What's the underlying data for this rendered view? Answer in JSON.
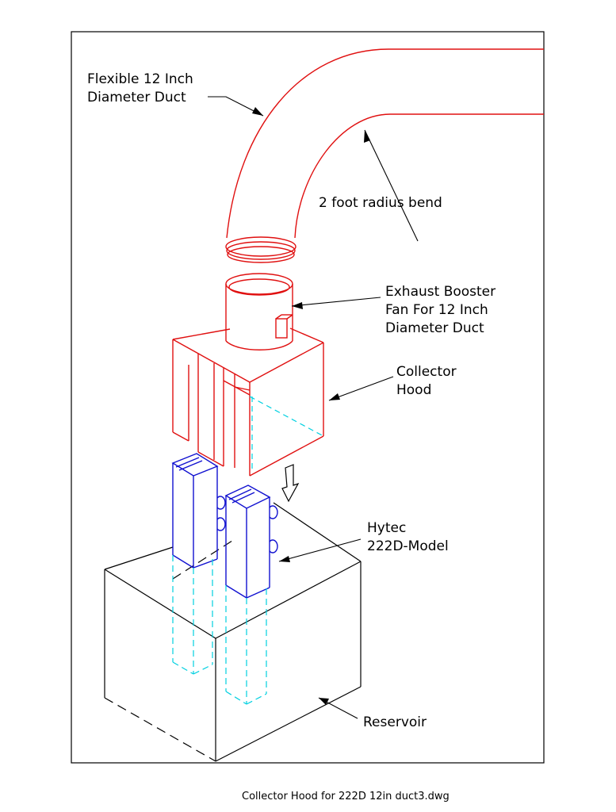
{
  "drawing": {
    "caption": "Collector Hood for 222D 12in duct3.dwg",
    "labels": {
      "duct_line1": "Flexible 12 Inch",
      "duct_line2": "Diameter Duct",
      "bend": "2 foot radius bend",
      "fan_line1": "Exhaust Booster",
      "fan_line2": "Fan For 12 Inch",
      "fan_line3": "Diameter Duct",
      "hood_line1": "Collector",
      "hood_line2": "Hood",
      "hytec_line1": "Hytec",
      "hytec_line2": "222D-Model",
      "reservoir": "Reservoir"
    },
    "colors": {
      "duct": "#e01010",
      "hood": "#e01010",
      "unit": "#1010d0",
      "hidden": "#00d0e0",
      "reservoir": "#000000",
      "border": "#000000"
    }
  }
}
